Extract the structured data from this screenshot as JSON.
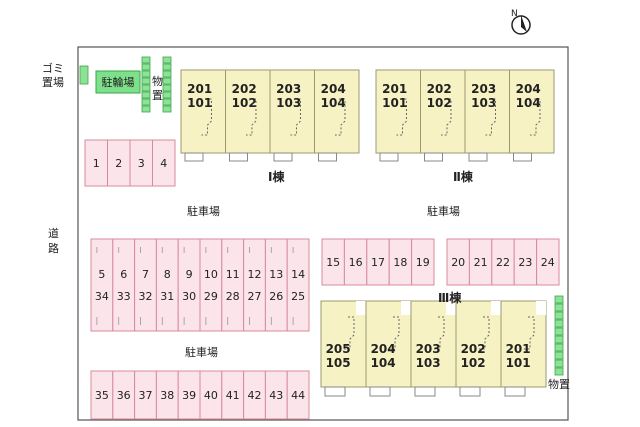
{
  "compass": {
    "north_label": "N"
  },
  "labels": {
    "gomi": [
      "ゴミ",
      "置場"
    ],
    "bicycle": "駐輪場",
    "storage_top": [
      "物",
      "置"
    ],
    "storage_right": "物置",
    "road": [
      "道",
      "路"
    ],
    "parking_top_left": "駐車場",
    "parking_top_right": "駐車場",
    "parking_bottom": "駐車場"
  },
  "buildings": {
    "b1": {
      "name": "Ⅰ棟",
      "units": [
        [
          "201",
          "101"
        ],
        [
          "202",
          "102"
        ],
        [
          "203",
          "103"
        ],
        [
          "204",
          "104"
        ]
      ]
    },
    "b2": {
      "name": "Ⅱ棟",
      "units": [
        [
          "201",
          "101"
        ],
        [
          "202",
          "102"
        ],
        [
          "203",
          "103"
        ],
        [
          "204",
          "104"
        ]
      ]
    },
    "b3": {
      "name": "Ⅲ棟",
      "units": [
        [
          "205",
          "105"
        ],
        [
          "204",
          "104"
        ],
        [
          "203",
          "103"
        ],
        [
          "202",
          "102"
        ],
        [
          "201",
          "101"
        ]
      ]
    }
  },
  "parking": {
    "row_a": [
      "1",
      "2",
      "3",
      "4"
    ],
    "row_b_top": [
      "5",
      "6",
      "7",
      "8",
      "9",
      "10",
      "11",
      "12",
      "13",
      "14"
    ],
    "row_b_bottom": [
      "34",
      "33",
      "32",
      "31",
      "30",
      "29",
      "28",
      "27",
      "26",
      "25"
    ],
    "row_c": [
      "15",
      "16",
      "17",
      "18",
      "19"
    ],
    "row_d": [
      "20",
      "21",
      "22",
      "23",
      "24"
    ],
    "row_e": [
      "35",
      "36",
      "37",
      "38",
      "39",
      "40",
      "41",
      "42",
      "43",
      "44"
    ]
  }
}
